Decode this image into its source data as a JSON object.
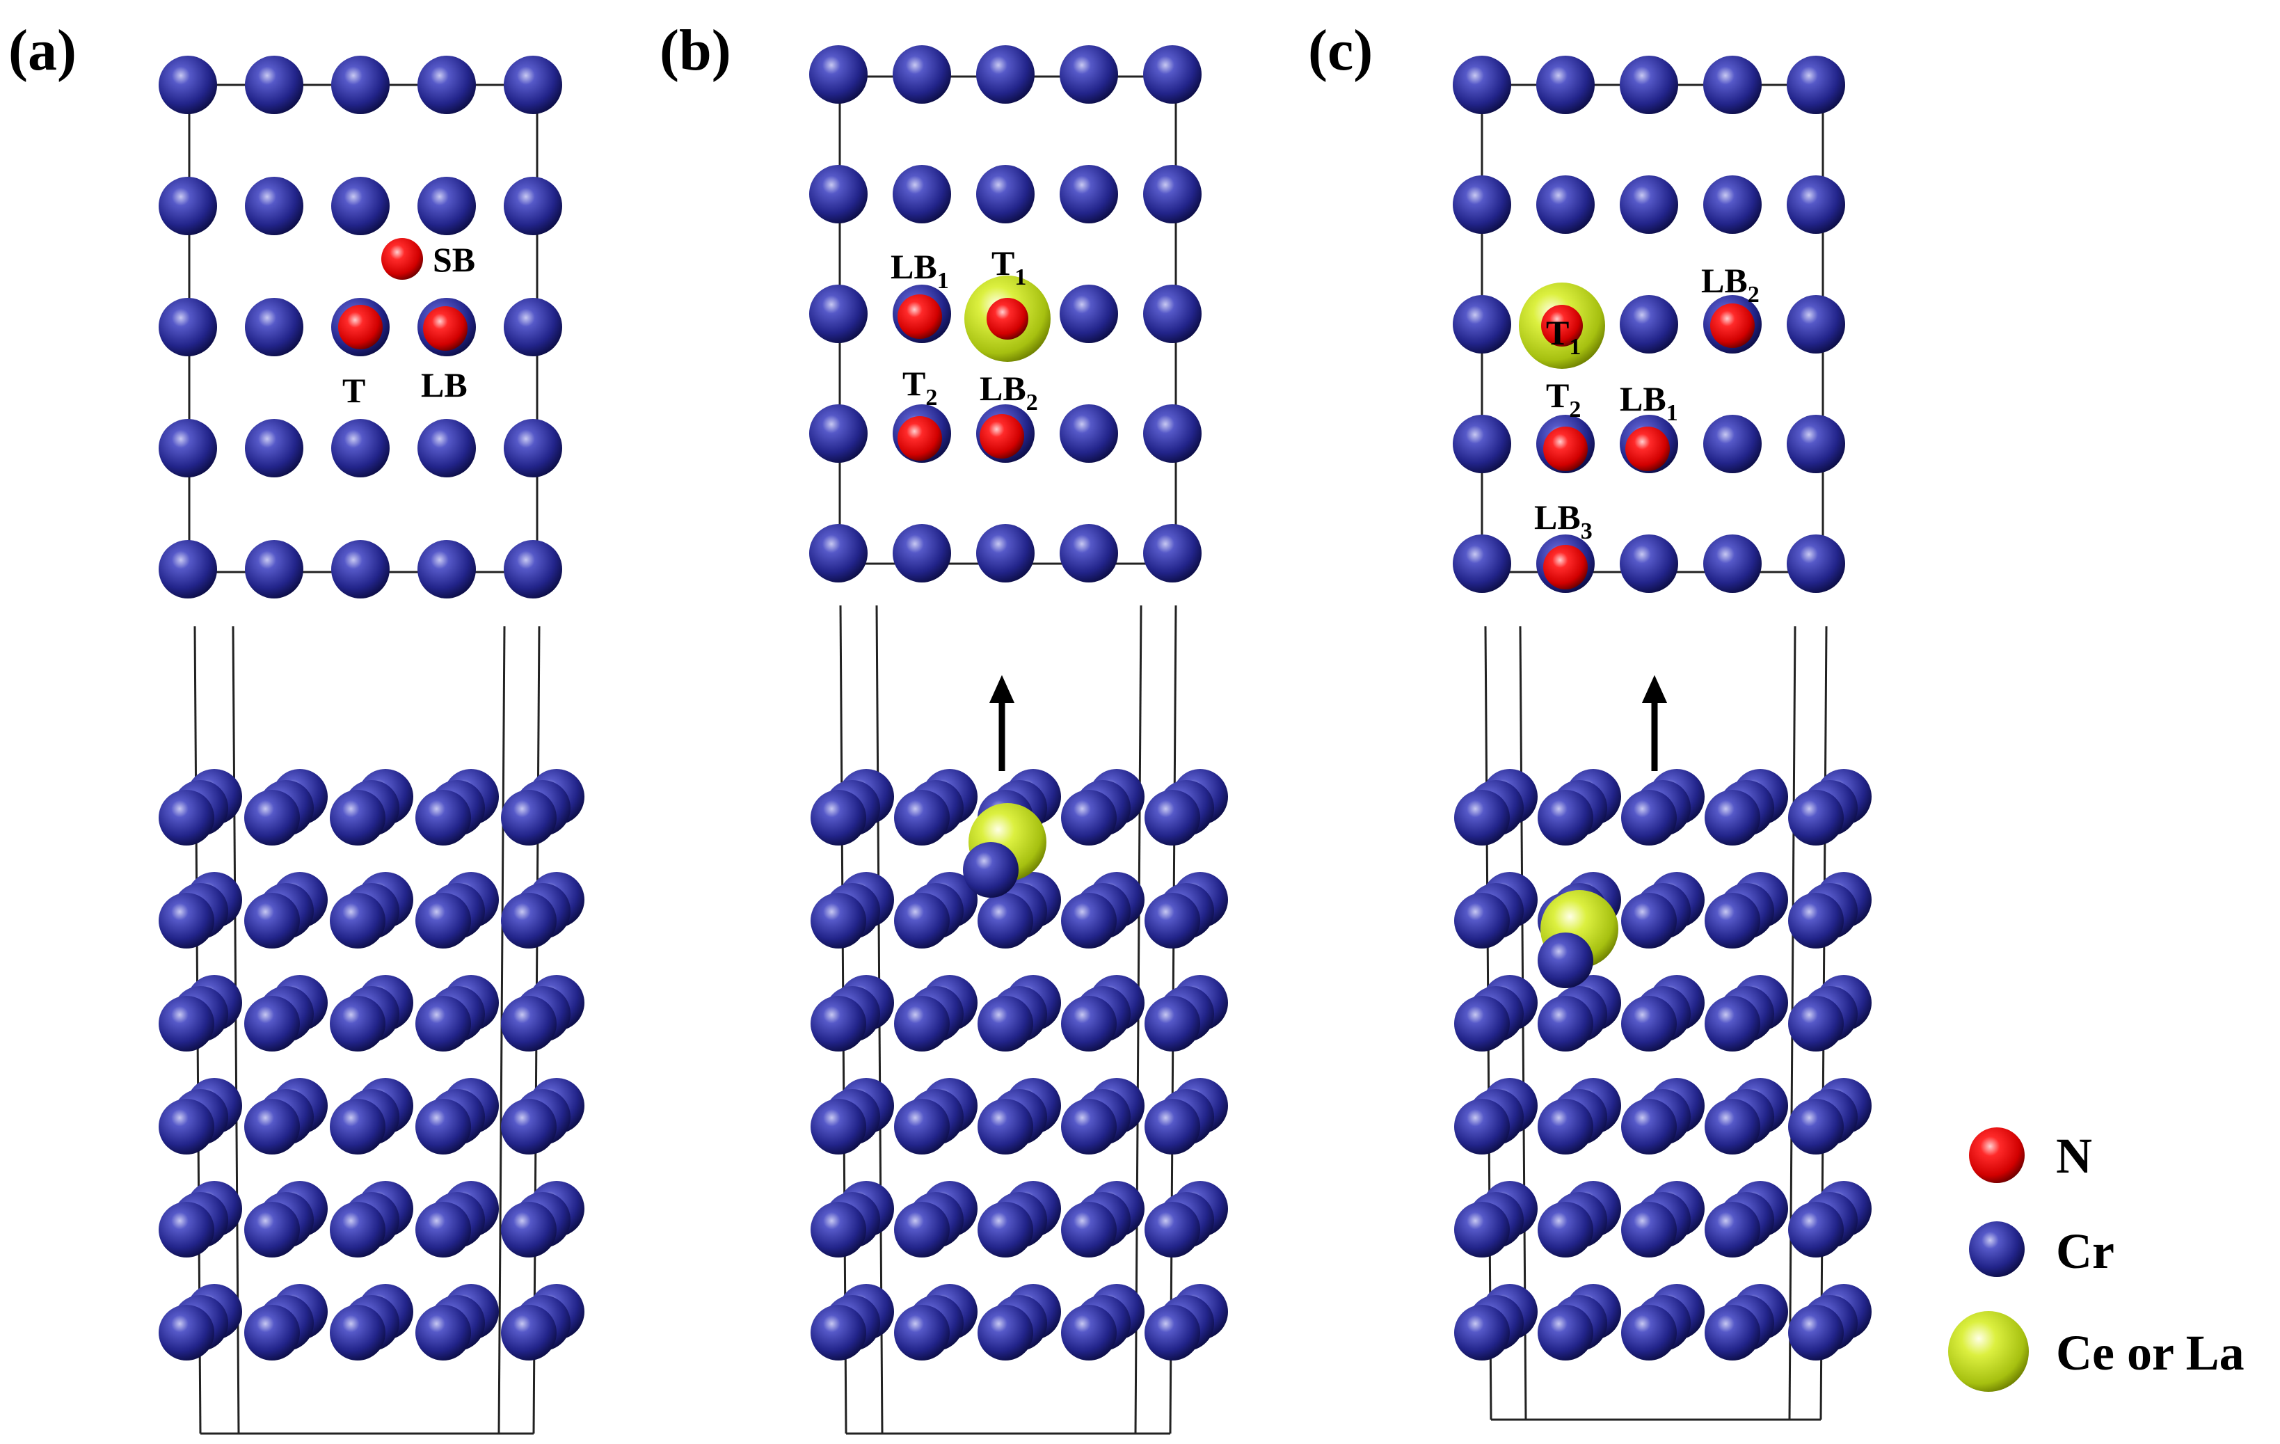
{
  "panels": [
    {
      "id": "a",
      "label": "(a)",
      "sites": [
        {
          "text": "SB",
          "sub": ""
        },
        {
          "text": "T",
          "sub": ""
        },
        {
          "text": "LB",
          "sub": ""
        }
      ]
    },
    {
      "id": "b",
      "label": "(b)",
      "sites": [
        {
          "text": "LB",
          "sub": "1"
        },
        {
          "text": "T",
          "sub": "1"
        },
        {
          "text": "T",
          "sub": "2"
        },
        {
          "text": "LB",
          "sub": "2"
        }
      ]
    },
    {
      "id": "c",
      "label": "(c)",
      "sites": [
        {
          "text": "T",
          "sub": "1"
        },
        {
          "text": "LB",
          "sub": "2"
        },
        {
          "text": "T",
          "sub": "2"
        },
        {
          "text": "LB",
          "sub": "1"
        },
        {
          "text": "LB",
          "sub": "3"
        }
      ]
    }
  ],
  "legend": [
    {
      "label": "N",
      "color": "#e81010"
    },
    {
      "label": "Cr",
      "color": "#1c1f8c"
    },
    {
      "label": "Ce or La",
      "color": "#c4dc1e"
    }
  ],
  "colors": {
    "cr": "#2a2d9a",
    "n": "#e81010",
    "dopant": "#c4dc1e"
  }
}
